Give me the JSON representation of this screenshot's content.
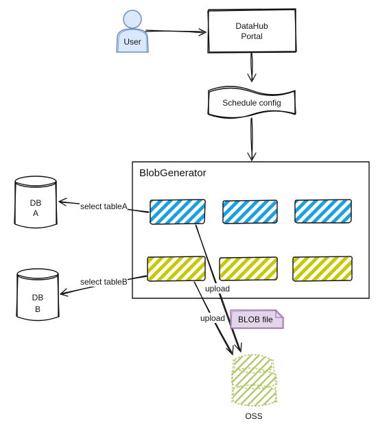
{
  "user": {
    "label": "User",
    "color": "#6c8ebf"
  },
  "portal": {
    "line1": "DataHub",
    "line2": "Portal"
  },
  "schedule": {
    "label": "Schedule config"
  },
  "generator": {
    "title": "BlobGenerator",
    "row_a_color": "#1ba1e2",
    "row_b_color": "#c8c800"
  },
  "db_a": {
    "line1": "DB",
    "line2": "A"
  },
  "db_b": {
    "line1": "DB",
    "line2": "B"
  },
  "edges": {
    "select_a": "select tableA",
    "select_b": "select tableB",
    "upload_1": "upload",
    "upload_2": "upload"
  },
  "blob_file": {
    "label": "BLOB file",
    "color": "#9673a6"
  },
  "oss": {
    "label": "OSS",
    "color": "#b4c86e"
  }
}
